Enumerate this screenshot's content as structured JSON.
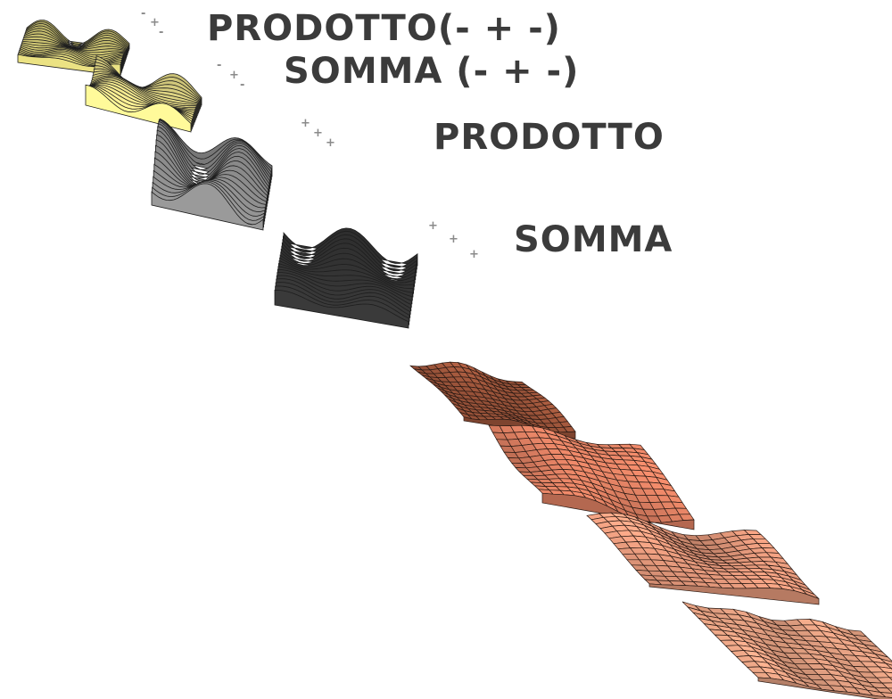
{
  "labels": {
    "product_signed": "PRODOTTO(- + -)",
    "sum_signed": "SOMMA (- + -)",
    "product": "PRODOTTO",
    "sum": "SOMMA"
  },
  "sign_markers": {
    "signed": [
      "-",
      "+",
      "-"
    ],
    "plain": [
      "+",
      "+",
      "+"
    ]
  },
  "colors": {
    "yellow_dark": "#d6cd77",
    "yellow_light": "#eee38c",
    "gray": "#8c8c8c",
    "black": "#353535",
    "brown": "#a85b3f",
    "salmon": "#f08a6a",
    "salmon_light": "#f2a283",
    "peach": "#f1aa8a",
    "text": "#3b3b3b"
  },
  "surfaces": [
    {
      "name": "surface-yellow-dark",
      "color": "yellow_dark",
      "amp": 16,
      "freq": 3.2,
      "style": "slices"
    },
    {
      "name": "surface-yellow-light",
      "color": "yellow_light",
      "amp": 26,
      "freq": 2.4,
      "style": "slices"
    },
    {
      "name": "surface-gray",
      "color": "gray",
      "amp": 40,
      "freq": 2.6,
      "style": "slices"
    },
    {
      "name": "surface-black",
      "color": "black",
      "amp": 24,
      "freq": 3.0,
      "style": "slices"
    },
    {
      "name": "surface-brown",
      "color": "brown",
      "amp": 12,
      "freq": 1.6,
      "style": "grid"
    },
    {
      "name": "surface-salmon",
      "color": "salmon",
      "amp": 16,
      "freq": 1.4,
      "style": "grid"
    },
    {
      "name": "surface-salmon-light",
      "color": "salmon_light",
      "amp": 14,
      "freq": 2.0,
      "style": "grid"
    },
    {
      "name": "surface-peach",
      "color": "peach",
      "amp": 6,
      "freq": 5.0,
      "style": "grid"
    }
  ]
}
